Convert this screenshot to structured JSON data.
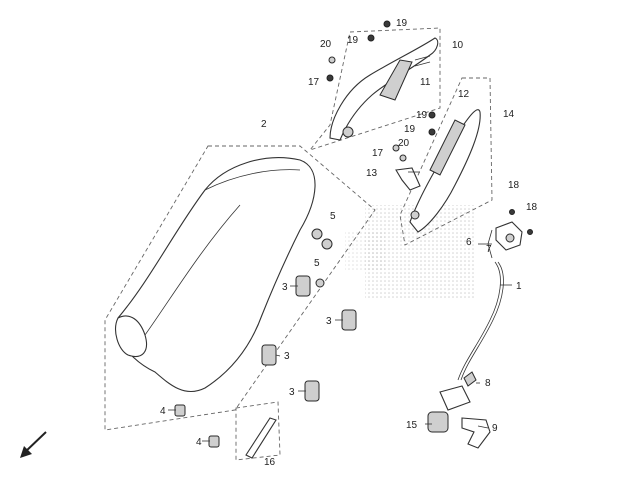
{
  "callouts": {
    "c1": "1",
    "c2": "2",
    "c3a": "3",
    "c3b": "3",
    "c3c": "3",
    "c3d": "3",
    "c4a": "4",
    "c4b": "4",
    "c5a": "5",
    "c5b": "5",
    "c6": "6",
    "c7": "7",
    "c8": "8",
    "c9": "9",
    "c10": "10",
    "c11": "11",
    "c12": "12",
    "c13": "13",
    "c14": "14",
    "c15": "15",
    "c16": "16",
    "c17a": "17",
    "c17b": "17",
    "c18a": "18",
    "c18b": "18",
    "c19a": "19",
    "c19b": "19",
    "c19c": "19",
    "c19d": "19",
    "c20a": "20",
    "c20b": "20"
  },
  "icons": {
    "direction_arrow": "arrow-down-left-icon"
  }
}
